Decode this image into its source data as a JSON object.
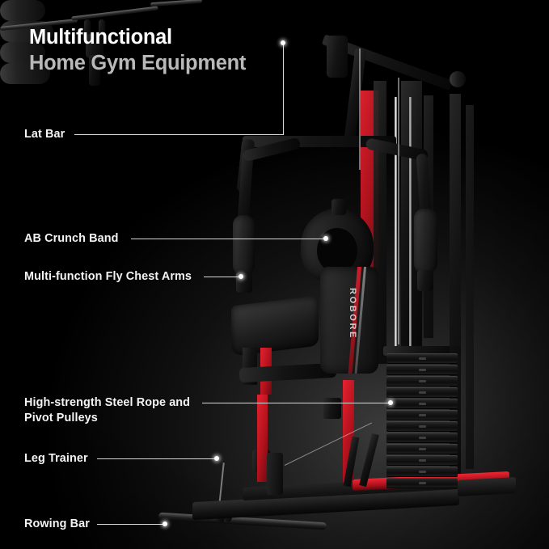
{
  "page": {
    "type": "product-infographic",
    "background_color": "#000000",
    "accent_color": "#e52230",
    "text_color": "#f4f4f4",
    "title_secondary_color": "#b9b9b9",
    "leader_line_color": "#d8d8d8"
  },
  "title": {
    "line1": "Multifunctional",
    "line2": "Home Gym Equipment"
  },
  "product": {
    "brand_logo": "ROBORE",
    "category": "home-gym-machine"
  },
  "callouts": [
    {
      "id": "lat-bar",
      "label": "Lat Bar"
    },
    {
      "id": "ab-crunch-band",
      "label": "AB Crunch Band"
    },
    {
      "id": "fly-chest-arms",
      "label": "Multi-function Fly Chest Arms"
    },
    {
      "id": "steel-rope",
      "label": "High-strength Steel Rope and\nPivot Pulleys"
    },
    {
      "id": "leg-trainer",
      "label": "Leg Trainer"
    },
    {
      "id": "rowing-bar",
      "label": "Rowing Bar"
    }
  ]
}
